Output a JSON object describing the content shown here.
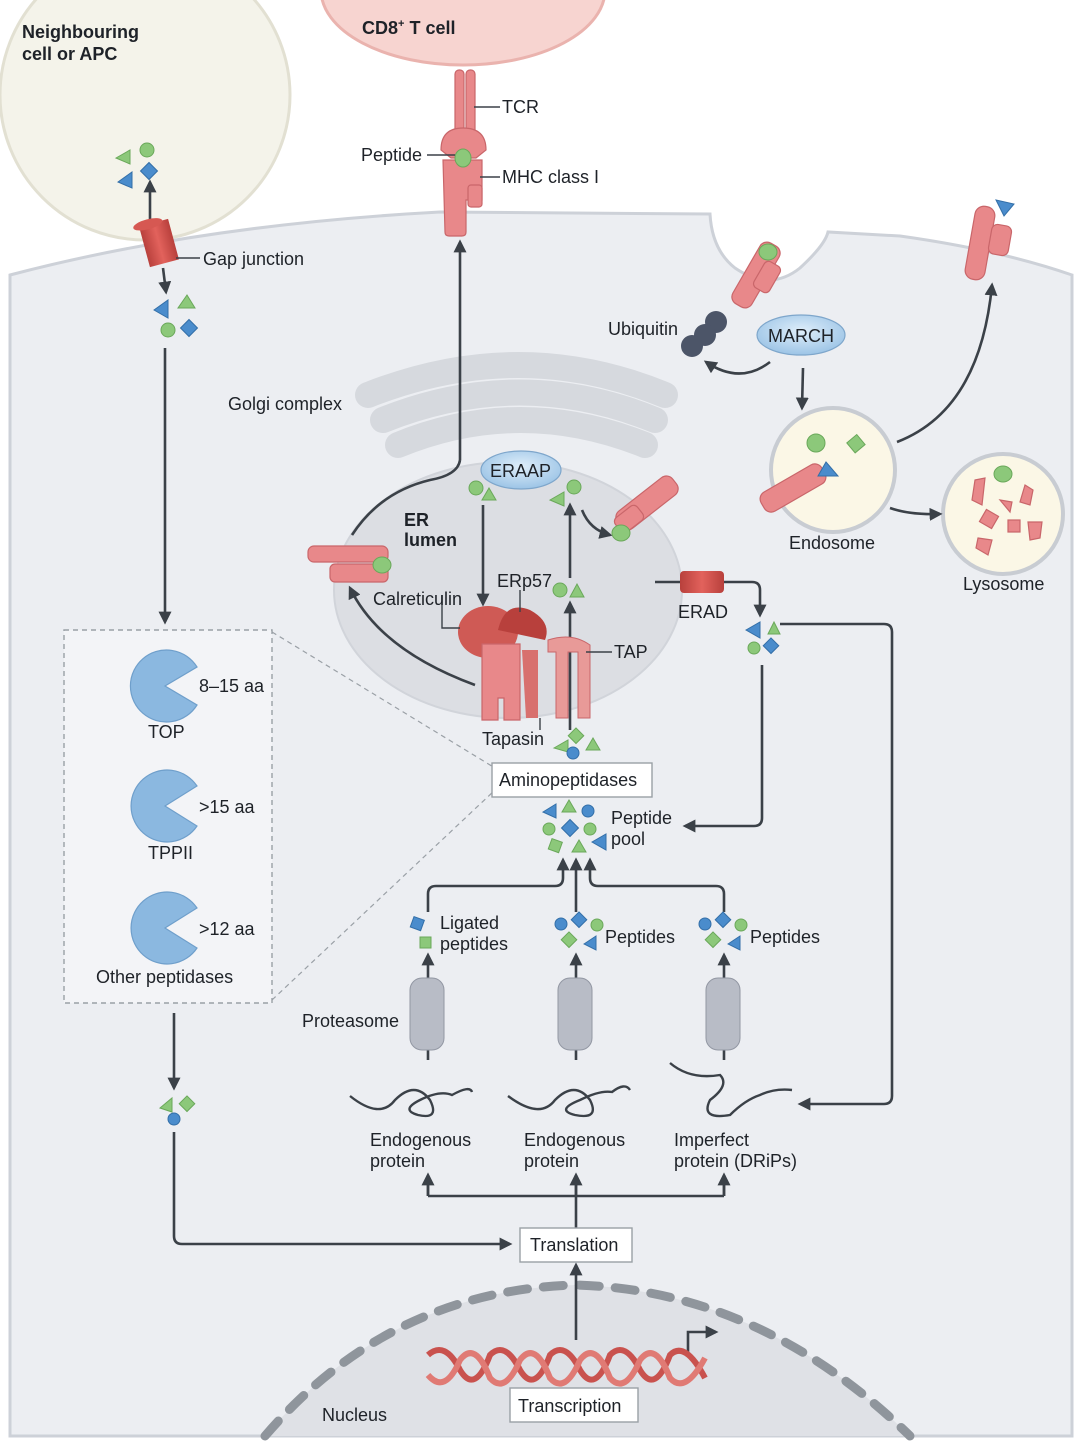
{
  "figure": {
    "colors": {
      "cell_cytoplasm": "#eceef2",
      "neighbour_cell": "#f4f3ea",
      "t_cell": "#f7d4d0",
      "er": "#dcdee3",
      "mhc": "#e8888a",
      "peptide_green": "#8cc87a",
      "peptide_blue": "#4a8ccc",
      "peptidase": "#8bb8e0",
      "arrow": "#3b4148"
    },
    "cells": {
      "neighbour": "Neighbouring cell or APC",
      "neighbour_line1": "Neighbouring",
      "neighbour_line2": "cell or APC",
      "tcell": "CD8",
      "tcell_sup": "+",
      "tcell_suffix": " T cell"
    },
    "surface": {
      "tcr": "TCR",
      "peptide": "Peptide",
      "mhc": "MHC class I",
      "gap_junction": "Gap junction",
      "ubiquitin": "Ubiquitin",
      "march": "MARCH",
      "endosome": "Endosome",
      "lysosome": "Lysosome"
    },
    "organelles": {
      "golgi": "Golgi complex",
      "er_lumen_1": "ER",
      "er_lumen_2": "lumen",
      "eraap": "ERAAP",
      "erp57": "ERp57",
      "calreticulin": "Calreticulin",
      "tap": "TAP",
      "tapasin": "Tapasin",
      "erad": "ERAD",
      "nucleus": "Nucleus"
    },
    "peptidases": {
      "items": [
        {
          "name": "TOP",
          "size": "8–15 aa"
        },
        {
          "name": "TPPII",
          "size": ">15 aa"
        },
        {
          "name": "Other peptidases",
          "size": ">12 aa"
        }
      ]
    },
    "cytosol": {
      "aminopeptidases": "Aminopeptidases",
      "peptide_pool_1": "Peptide",
      "peptide_pool_2": "pool",
      "ligated_1": "Ligated",
      "ligated_2": "peptides",
      "peptides": "Peptides",
      "proteasome": "Proteasome",
      "endogenous_1": "Endogenous",
      "endogenous_2": "protein",
      "imperfect_1": "Imperfect",
      "imperfect_2": "protein (DRiPs)",
      "translation": "Translation",
      "transcription": "Transcription"
    }
  }
}
